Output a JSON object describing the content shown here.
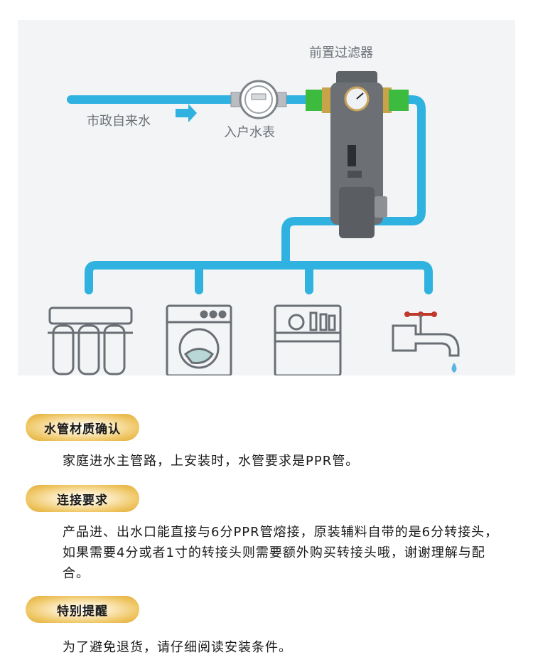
{
  "diagram": {
    "label_city_water": "市政自来水",
    "label_water_meter": "入户水表",
    "label_pre_filter": "前置过滤器",
    "pipe_color": "#2fb2df",
    "appliances": [
      "ro-purifier-icon",
      "washing-machine-icon",
      "dishwasher-icon",
      "faucet-icon"
    ]
  },
  "sections": [
    {
      "title": "水管材质确认",
      "text": "家庭进水主管路，上安装时，水管要求是PPR管。"
    },
    {
      "title": "连接要求",
      "text": "产品进、出水口能直接与6分PPR管熔接，原装辅料自带的是6分转接头，如果需要4分或者1寸的转接头则需要额外购买转接头哦，谢谢理解与配合。"
    },
    {
      "title": "特别提醒",
      "text": "为了避免退货，请仔细阅读安装条件。"
    }
  ]
}
